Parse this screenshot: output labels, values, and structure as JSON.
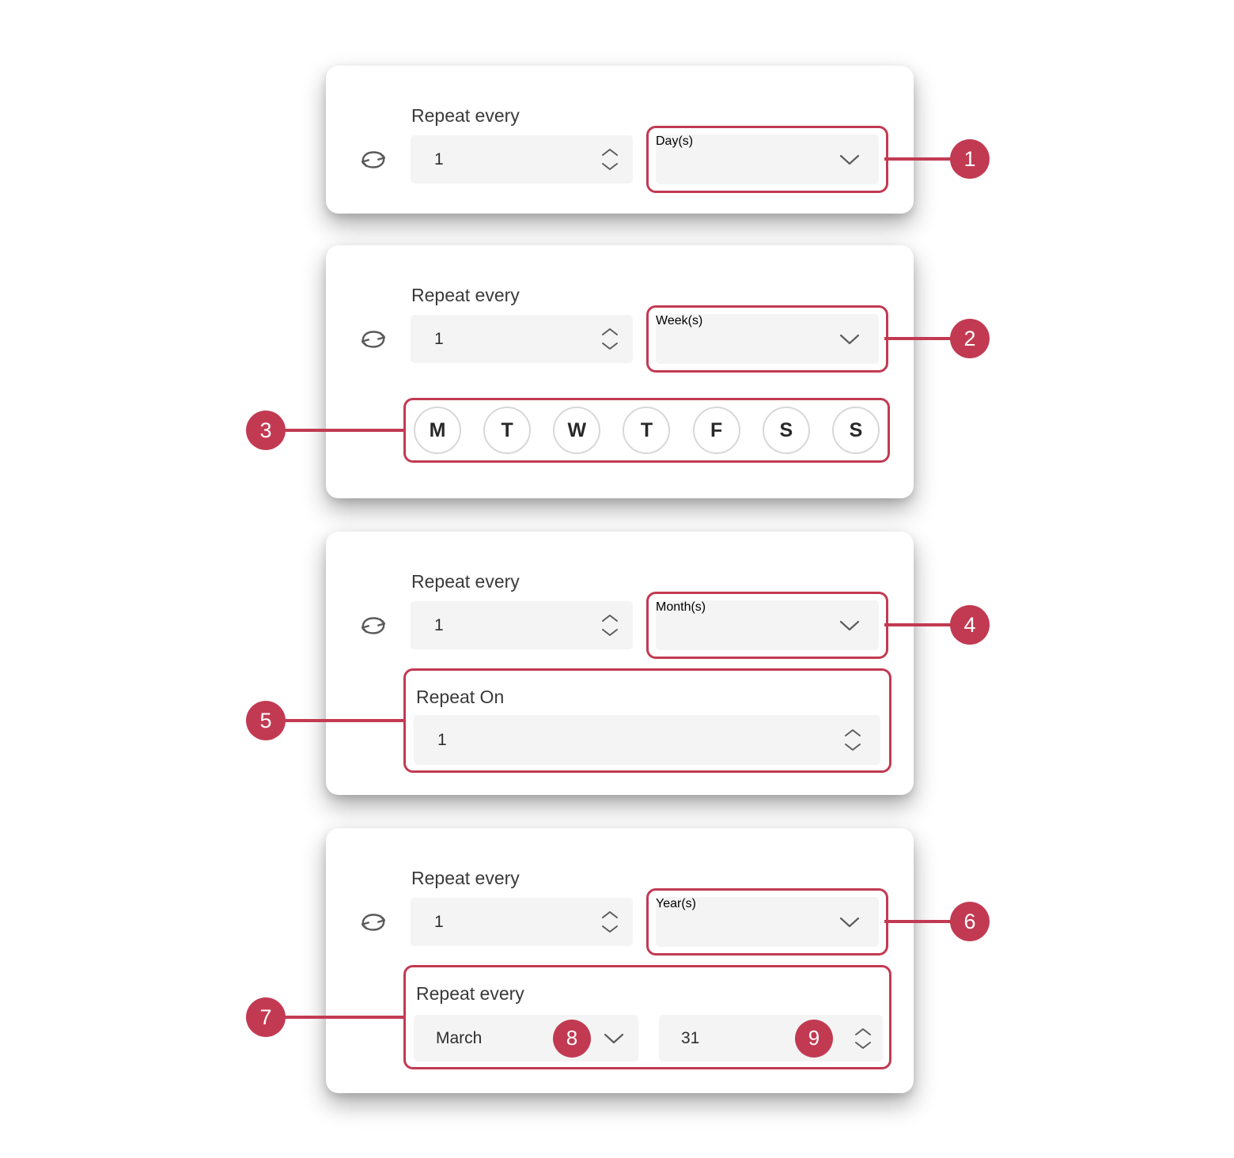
{
  "colors": {
    "accent": "#c23a52",
    "card_background": "#ffffff",
    "input_background": "#f4f4f4",
    "label_text": "#3a3a3a"
  },
  "cards": [
    {
      "name": "daily-recurrence",
      "label": "Repeat every",
      "interval": "1",
      "unit": "Day(s)",
      "callout": "1"
    },
    {
      "name": "weekly-recurrence",
      "label": "Repeat every",
      "interval": "1",
      "unit": "Week(s)",
      "callout": "2",
      "days": {
        "callout": "3",
        "items": [
          "M",
          "T",
          "W",
          "T",
          "F",
          "S",
          "S"
        ]
      }
    },
    {
      "name": "monthly-recurrence",
      "label": "Repeat every",
      "interval": "1",
      "unit": "Month(s)",
      "callout": "4",
      "repeat_on": {
        "label": "Repeat On",
        "value": "1",
        "callout": "5"
      }
    },
    {
      "name": "yearly-recurrence",
      "label": "Repeat every",
      "interval": "1",
      "unit": "Year(s)",
      "callout": "6",
      "yearly": {
        "label": "Repeat every",
        "callout": "7",
        "month": "March",
        "month_callout": "8",
        "day": "31",
        "day_callout": "9"
      }
    }
  ]
}
